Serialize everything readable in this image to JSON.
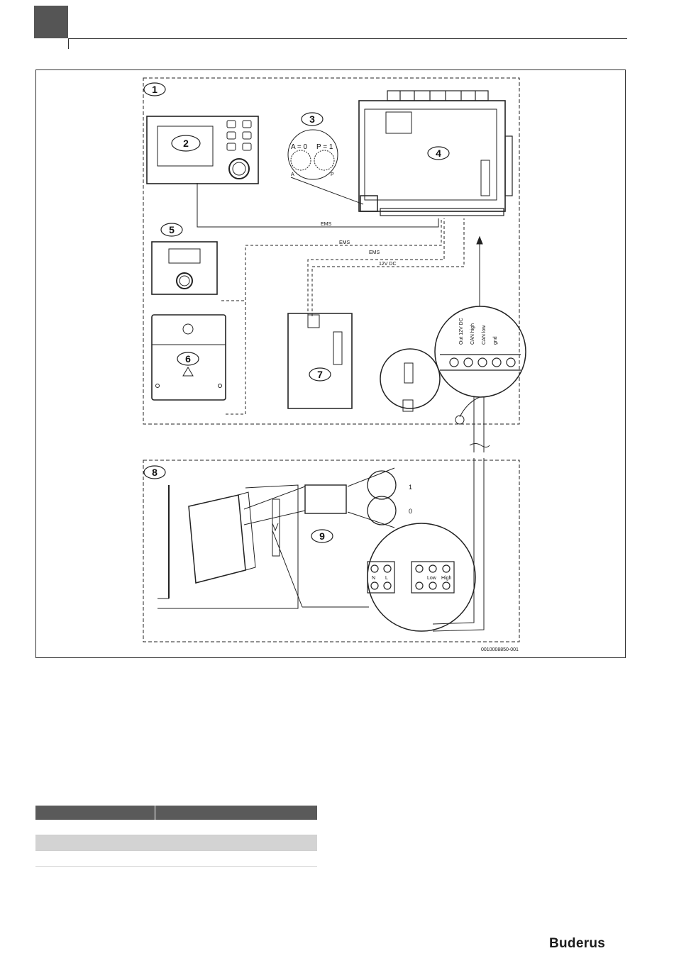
{
  "figure": {
    "callouts": [
      "1",
      "2",
      "3",
      "4",
      "5",
      "6",
      "7",
      "8",
      "9"
    ],
    "dial_a": "A = 0",
    "dial_p": "P = 1",
    "dial_a_letter": "A",
    "dial_p_letter": "P",
    "wire_labels": [
      "EMS",
      "EMS",
      "EMS",
      "12V DC"
    ],
    "terminal_labels": [
      "Out 12V DC",
      "CAN high",
      "CAN low",
      "gnd"
    ],
    "switch_on": "1",
    "switch_off": "0",
    "outdoor_terminals": [
      "N",
      "L",
      "Low",
      "High"
    ],
    "figure_code": "0010008850-001"
  },
  "table": {
    "rows": [
      {
        "style": "head",
        "cells": [
          "",
          ""
        ]
      },
      {
        "style": "white",
        "cells": [
          "",
          ""
        ]
      },
      {
        "style": "grey",
        "cells": [
          "",
          ""
        ]
      },
      {
        "style": "white",
        "cells": [
          "",
          ""
        ]
      }
    ]
  },
  "footer": {
    "brand": "Buderus"
  }
}
